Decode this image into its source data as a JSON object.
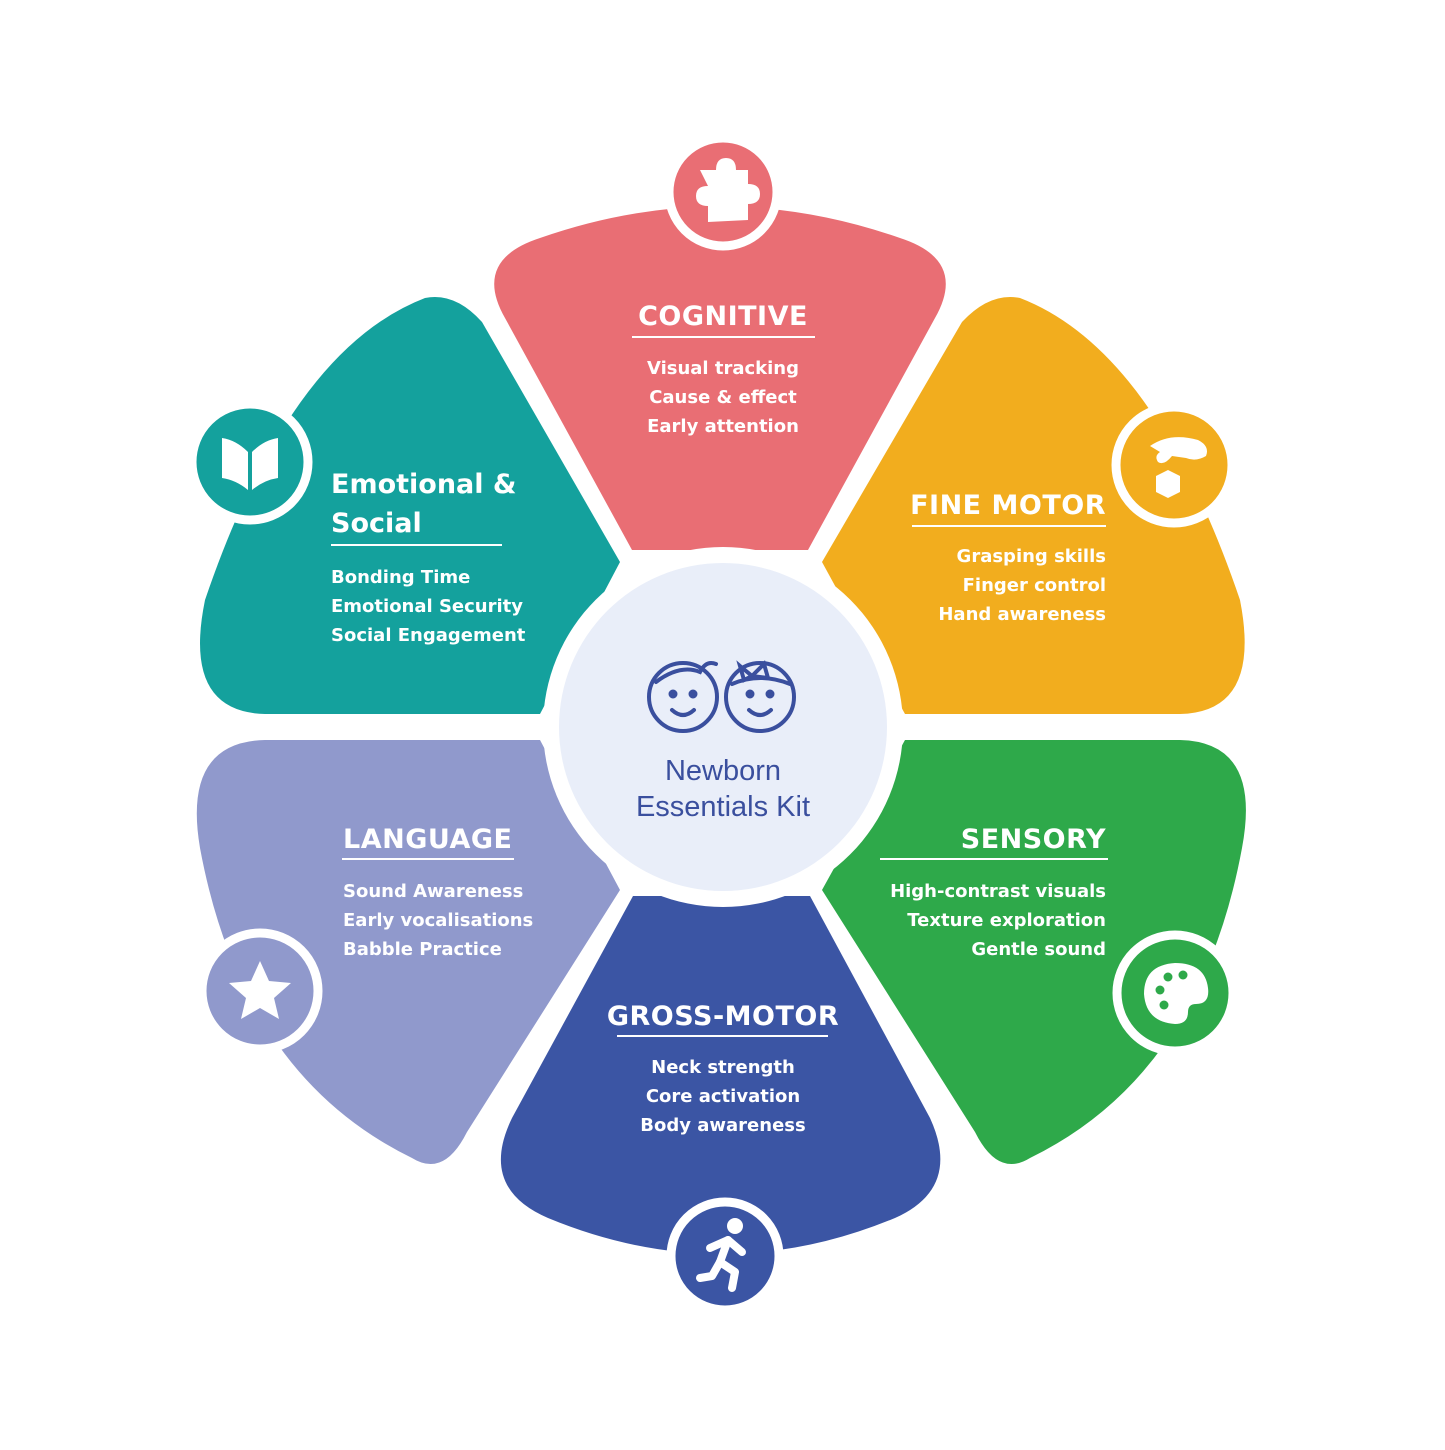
{
  "center": {
    "line1": "Newborn",
    "line2": "Essentials Kit",
    "icon": "two-kids-faces-icon",
    "color": "#3a4f9e",
    "bg": "#e9eef9"
  },
  "segments": [
    {
      "id": "cognitive",
      "title_lines": [
        "COGNITIVE"
      ],
      "items": [
        "Visual tracking",
        "Cause & effect",
        "Early attention"
      ],
      "color": "#e96e74",
      "icon": "puzzle-piece-icon"
    },
    {
      "id": "fine-motor",
      "title_lines": [
        "FINE MOTOR"
      ],
      "items": [
        "Grasping skills",
        "Finger control",
        "Hand awareness"
      ],
      "color": "#f2ad1e",
      "icon": "hand-dropping-block-icon"
    },
    {
      "id": "sensory",
      "title_lines": [
        "SENSORY"
      ],
      "items": [
        "High-contrast visuals",
        "Texture exploration",
        "Gentle sound"
      ],
      "color": "#2ea94a",
      "icon": "paint-palette-icon"
    },
    {
      "id": "gross-motor",
      "title_lines": [
        "GROSS-MOTOR"
      ],
      "items": [
        "Neck strength",
        "Core activation",
        "Body awareness"
      ],
      "color": "#3b55a4",
      "icon": "running-person-icon"
    },
    {
      "id": "language",
      "title_lines": [
        "LANGUAGE"
      ],
      "items": [
        "Sound Awareness",
        "Early vocalisations",
        "Babble Practice"
      ],
      "color": "#9099cc",
      "icon": "star-icon"
    },
    {
      "id": "emotional-social",
      "title_lines": [
        "Emotional &",
        "Social"
      ],
      "items": [
        "Bonding Time",
        "Emotional Security",
        "Social Engagement"
      ],
      "color": "#14a19d",
      "icon": "open-book-icon"
    }
  ]
}
